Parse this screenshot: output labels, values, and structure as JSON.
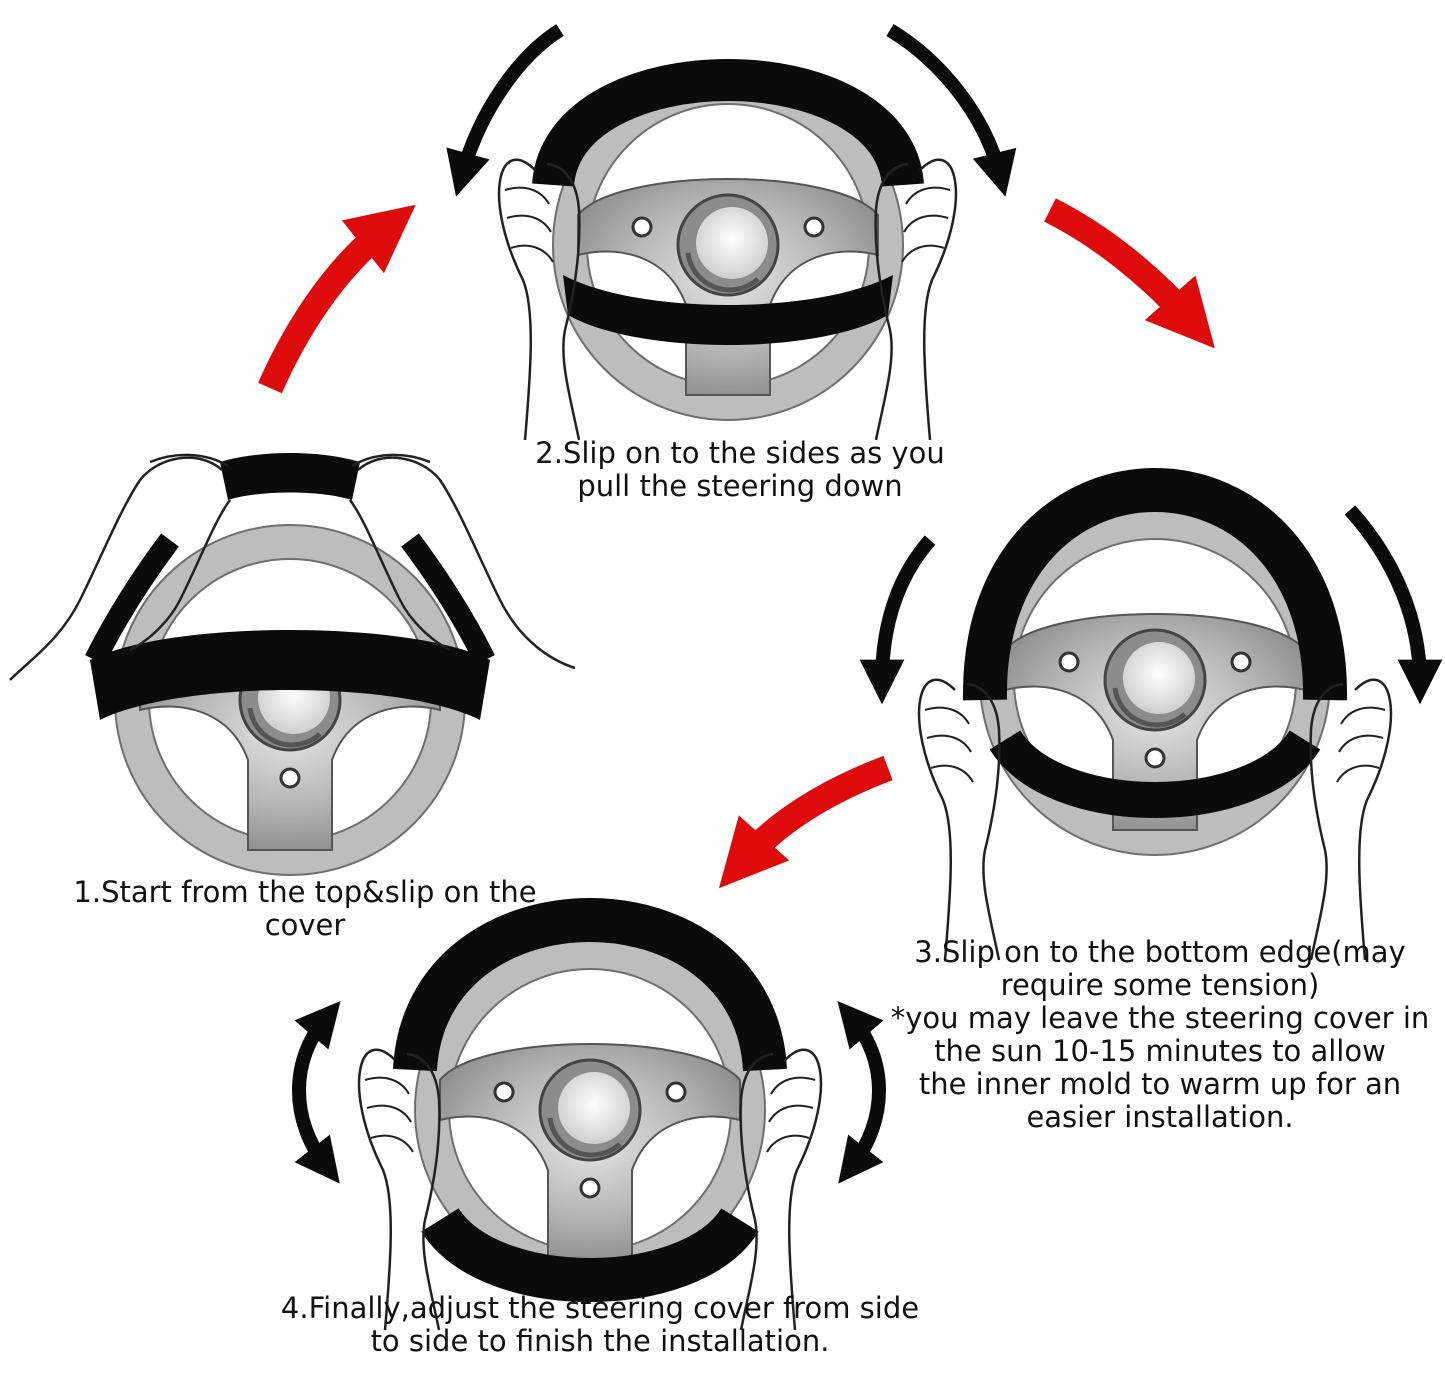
{
  "colors": {
    "arrow_red": "#dd0b0b",
    "cover": "#0b0b0b",
    "wheel": "#bdbdbd",
    "hub": "#9a9a9a"
  },
  "steps": [
    {
      "id": "step-1",
      "lines": [
        "1.Start from the top&slip on the",
        "cover"
      ]
    },
    {
      "id": "step-2",
      "lines": [
        "2.Slip on to the sides as you",
        "pull the steering down"
      ]
    },
    {
      "id": "step-3",
      "lines": [
        "3.Slip on to the bottom edge(may",
        "require some tension)",
        "*you may leave the steering cover in",
        "the sun 10-15 minutes to allow",
        "the inner mold to warm up for an",
        "easier installation."
      ]
    },
    {
      "id": "step-4",
      "lines": [
        "4.Finally,adjust the steering cover from side",
        "to side to finish the installation."
      ]
    }
  ],
  "icons": [
    "red-flow-arrow-icon",
    "black-curved-arrow-icon",
    "double-headed-arrow-icon",
    "steering-wheel-icon",
    "hand-icon"
  ]
}
